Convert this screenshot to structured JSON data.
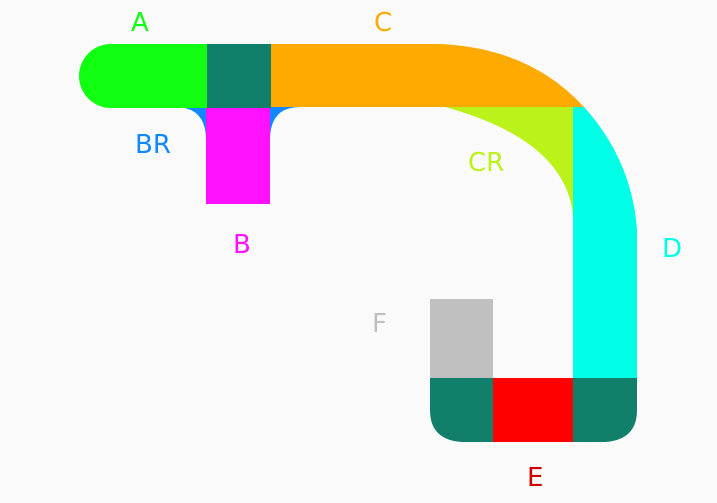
{
  "segments": [
    {
      "key": "A",
      "label": "A",
      "color": "#11ff11"
    },
    {
      "key": "B",
      "label": "B",
      "color": "#ff11ff"
    },
    {
      "key": "BR",
      "label": "BR",
      "color": "#1188ff"
    },
    {
      "key": "C",
      "label": "C",
      "color": "#ffaa00"
    },
    {
      "key": "CR",
      "label": "CR",
      "color": "#bbf21a"
    },
    {
      "key": "D",
      "label": "D",
      "color": "#00ffe6"
    },
    {
      "key": "E",
      "label": "E",
      "color": "#ff0000"
    },
    {
      "key": "F",
      "label": "F",
      "color": "#c0c0c0"
    }
  ],
  "junction_color": "#127f6b",
  "background_color": "#fafafa"
}
